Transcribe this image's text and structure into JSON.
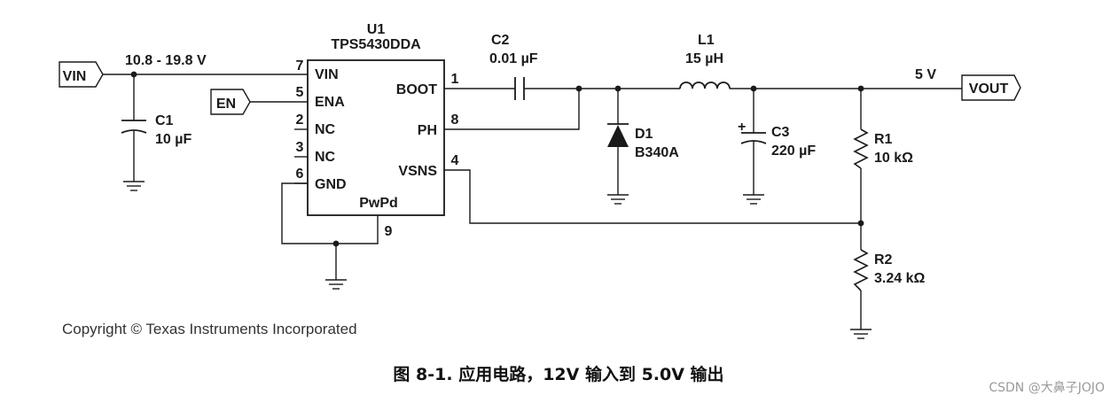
{
  "schematic": {
    "ic": {
      "ref": "U1",
      "part": "TPS5430DDA"
    },
    "pins_left": [
      {
        "num": "7",
        "name": "VIN"
      },
      {
        "num": "5",
        "name": "ENA"
      },
      {
        "num": "2",
        "name": "NC"
      },
      {
        "num": "3",
        "name": "NC"
      },
      {
        "num": "6",
        "name": "GND"
      }
    ],
    "pins_right": [
      {
        "num": "1",
        "name": "BOOT"
      },
      {
        "num": "8",
        "name": "PH"
      },
      {
        "num": "4",
        "name": "VSNS"
      }
    ],
    "pin_bottom": {
      "num": "9",
      "name": "PwPd"
    },
    "ports": {
      "vin": "VIN",
      "en": "EN",
      "vout": "VOUT"
    },
    "input_range": "10.8 - 19.8 V",
    "output_voltage": "5 V",
    "components": {
      "c1": {
        "ref": "C1",
        "value": "10 µF"
      },
      "c2": {
        "ref": "C2",
        "value": "0.01 µF"
      },
      "l1": {
        "ref": "L1",
        "value": "15 µH"
      },
      "d1": {
        "ref": "D1",
        "value": "B340A"
      },
      "c3": {
        "ref": "C3",
        "value": "220 µF",
        "polarity": "+"
      },
      "r1": {
        "ref": "R1",
        "value": "10 kΩ"
      },
      "r2": {
        "ref": "R2",
        "value": "3.24 kΩ"
      }
    }
  },
  "copyright": "Copyright © Texas Instruments Incorporated",
  "caption": "图 8-1. 应用电路，12V 输入到 5.0V 输出",
  "watermark": "CSDN @大鼻子JOJO"
}
